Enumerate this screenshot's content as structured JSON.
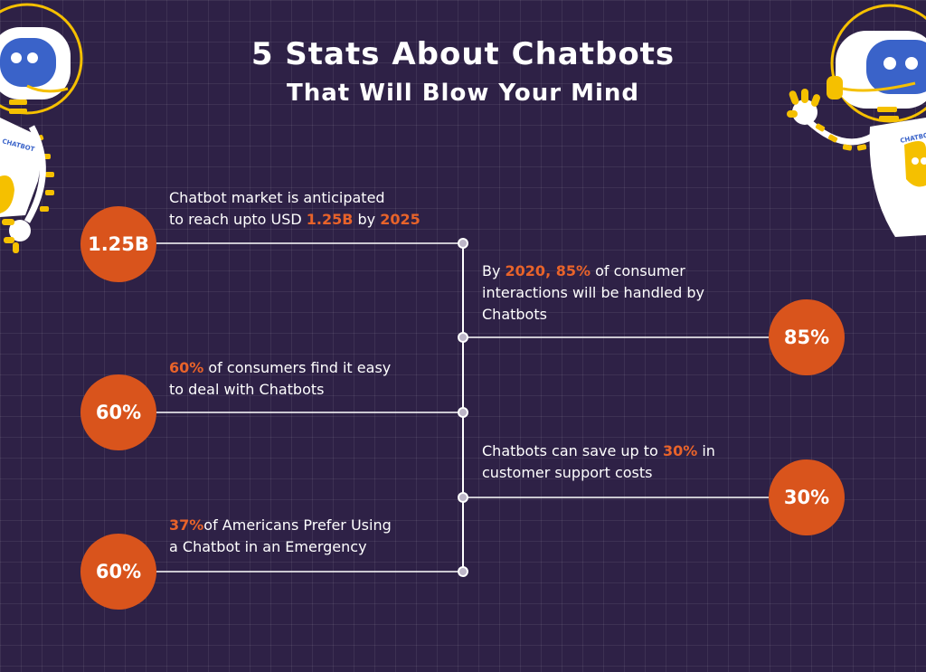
{
  "title": {
    "line1": "5 Stats About Chatbots",
    "line2": "That Will Blow Your Mind"
  },
  "colors": {
    "background": "#2e2146",
    "accent": "#d9541c",
    "highlight_text": "#e8632a",
    "text": "#ffffff"
  },
  "robots": {
    "chest_label": "CHATBOT",
    "left_icon": "robot-mascot-icon",
    "right_icon": "robot-mascot-waving-icon"
  },
  "stats": [
    {
      "badge": "1.25B",
      "line1": {
        "a": "Chatbot market is anticipated"
      },
      "line2": {
        "a": "to reach upto USD ",
        "b": "1.25B",
        "c": " by ",
        "d": "2025"
      }
    },
    {
      "badge": "85%",
      "line1": {
        "a": "By ",
        "b": "2020, 85%",
        "c": " of consumer"
      },
      "line2": {
        "a": "interactions will be handled by"
      },
      "line3": {
        "a": "Chatbots"
      }
    },
    {
      "badge": "60%",
      "line1": {
        "b": "60%",
        "c": " of consumers find it easy"
      },
      "line2": {
        "a": "to deal with Chatbots"
      }
    },
    {
      "badge": "30%",
      "line1": {
        "a": "Chatbots can save up to ",
        "b": "30%",
        "c": " in"
      },
      "line2": {
        "a": "customer support costs"
      }
    },
    {
      "badge": "60%",
      "line1": {
        "b": "37%",
        "c": "of Americans Prefer Using"
      },
      "line2": {
        "a": "a Chatbot in an Emergency"
      }
    }
  ]
}
